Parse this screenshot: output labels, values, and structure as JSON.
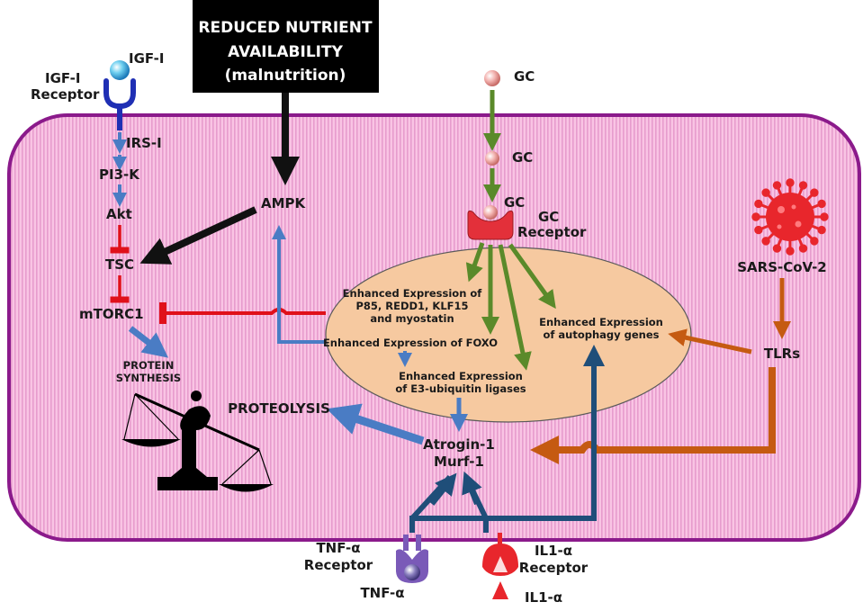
{
  "nutrient_box": {
    "line1": "REDUCED NUTRIENT",
    "line2": "AVAILABILITY",
    "line3": "(malnutrition)"
  },
  "igf": {
    "ligand": "IGF-I",
    "receptor_line1": "IGF-I",
    "receptor_line2": "Receptor",
    "irs": "IRS-I",
    "pi3k": "PI3-K",
    "akt": "Akt",
    "tsc": "TSC",
    "mtorc1": "mTORC1",
    "protein_synthesis_line1": "PROTEIN",
    "protein_synthesis_line2": "SYNTHESIS"
  },
  "ampk": "AMPK",
  "gc": {
    "outer": "GC",
    "membrane": "GC",
    "bound": "GC",
    "receptor_line1": "GC",
    "receptor_line2": "Receptor"
  },
  "nucleus": {
    "p85_line1": "Enhanced Expression of",
    "p85_line2": "P85, REDD1, KLF15",
    "p85_line3": "and myostatin",
    "foxo": "Enhanced Expression of FOXO",
    "e3_line1": "Enhanced Expression",
    "e3_line2": "of E3-ubiquitin ligases",
    "autophagy_line1": "Enhanced Expression",
    "autophagy_line2": "of autophagy genes"
  },
  "virus": {
    "name": "SARS-CoV-2",
    "tlrs": "TLRs"
  },
  "proteolysis": "PROTEOLYSIS",
  "atrogin_line1": "Atrogin-1",
  "atrogin_line2": "Murf-1",
  "tnf": {
    "receptor_line1": "TNF-α",
    "receptor_line2": "Receptor",
    "ligand": "TNF-α"
  },
  "il1": {
    "receptor_line1": "IL1-α",
    "receptor_line2": "Receptor",
    "ligand": "IL1-α"
  },
  "colors": {
    "cell_border": "#8b1a8b",
    "cell_fill": "#f9c4e4",
    "cell_stripe": "#e79ccd",
    "nucleus_fill": "#f6c9a0",
    "blue_arrow": "#4a7cc4",
    "dark_blue_arrow": "#1f4e79",
    "red_inhibit": "#e0101a",
    "green_arrow": "#5a8a2a",
    "orange_arrow": "#c55a11",
    "black_arrow": "#111111"
  }
}
